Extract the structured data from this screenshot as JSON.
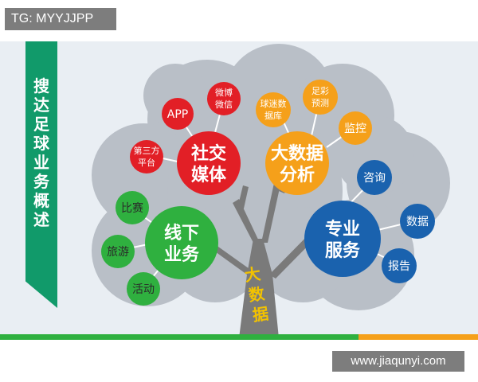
{
  "tag": "TG: MYYJJPP",
  "banner": {
    "title_chars": [
      "搜",
      "达",
      "足",
      "球",
      "业",
      "务",
      "概",
      "述"
    ]
  },
  "trunk": {
    "chars": [
      "大",
      "数",
      "据"
    ]
  },
  "hubs": {
    "social": {
      "line1": "社交",
      "line2": "媒体"
    },
    "data": {
      "line1": "大数据",
      "line2": "分析"
    },
    "offline": {
      "line1": "线下",
      "line2": "业务"
    },
    "service": {
      "line1": "专业",
      "line2": "服务"
    }
  },
  "leaves": {
    "app": "APP",
    "weibo_1": "微博",
    "weibo_2": "微信",
    "third_1": "第三方",
    "third_2": "平台",
    "ball_1": "球迷数",
    "ball_2": "据库",
    "lottery_1": "足彩",
    "lottery_2": "预测",
    "monitor": "监控",
    "consult": "咨询",
    "datanode": "数据",
    "report": "报告",
    "match": "比赛",
    "travel": "旅游",
    "activity": "活动"
  },
  "footer": {
    "url": "www.jiaqunyi.com"
  },
  "colors": {
    "red": "#e21f26",
    "orange": "#f5a01a",
    "green": "#2fb03f",
    "blue": "#1a62ae",
    "cloud": "#b9bfc7",
    "trunk": "#7a7a7a",
    "banner": "#119a6a"
  }
}
